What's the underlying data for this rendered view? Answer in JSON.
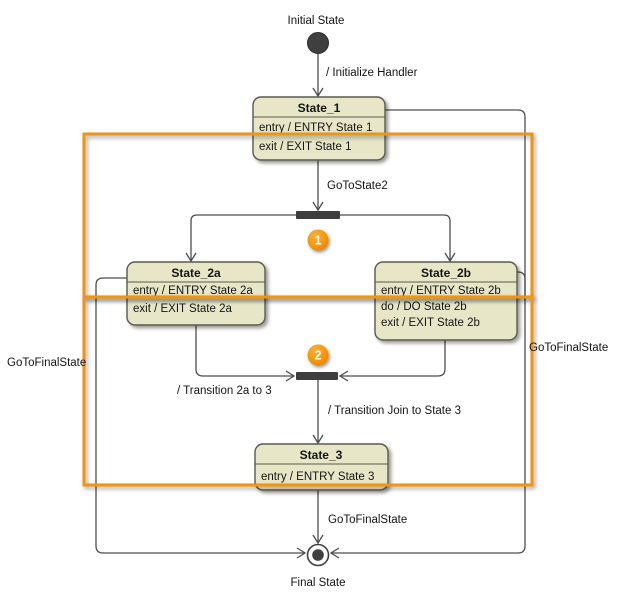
{
  "diagram_type": "uml-state-machine",
  "nodes": {
    "initial_label": "Initial State",
    "final_label": "Final State"
  },
  "states": {
    "state_1": {
      "title": "State_1",
      "actions": [
        "entry / ENTRY State 1",
        "exit / EXIT State 1"
      ]
    },
    "state_2a": {
      "title": "State_2a",
      "actions": [
        "entry / ENTRY State 2a",
        "exit / EXIT State 2a"
      ]
    },
    "state_2b": {
      "title": "State_2b",
      "actions": [
        "entry / ENTRY State 2b",
        "do / DO State 2b",
        "exit / EXIT State 2b"
      ]
    },
    "state_3": {
      "title": "State_3",
      "actions": [
        "entry / ENTRY State 3"
      ]
    }
  },
  "transitions": {
    "initialize": "/ Initialize Handler",
    "goto_state2": "GoToState2",
    "transition_2a_to_3": "/ Transition 2a to 3",
    "transition_join_to_state3": "/ Transition Join to State 3",
    "goto_final_from_state3": "GoToFinalState",
    "goto_final_left": "GoToFinalState",
    "goto_final_right": "GoToFinalState"
  },
  "badges": {
    "fork": "1",
    "join": "2"
  },
  "colors": {
    "highlight_orange": "#F2940F",
    "badge_orange": "#F59300",
    "state_fill": "#E7E7C8",
    "state_border": "#5A5A4E",
    "connector": "#4d4d4d",
    "bar": "#3d3d3d",
    "text": "#141414"
  }
}
